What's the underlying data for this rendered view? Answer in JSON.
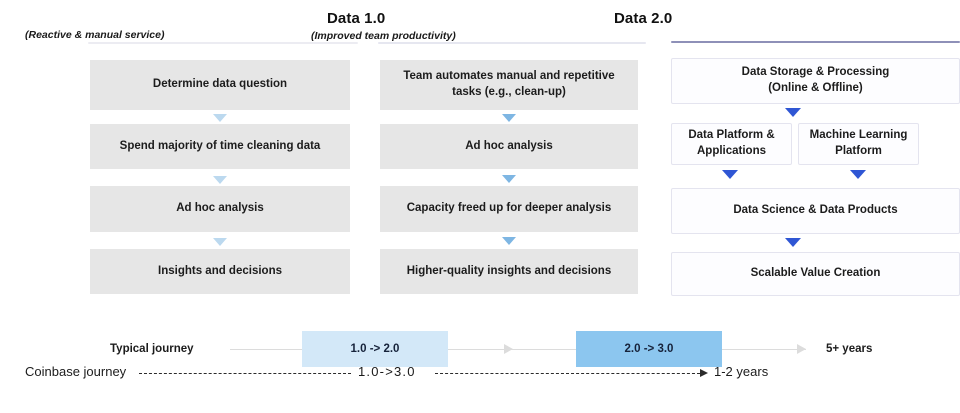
{
  "columns": [
    {
      "id": "data-0",
      "title": "",
      "subtitle": "(Reactive & manual service)",
      "rule_color": "#e9e9ef",
      "arrow_style": "pale",
      "steps": [
        "Determine data question",
        "Spend majority of time cleaning data",
        "Ad hoc analysis",
        "Insights and decisions"
      ]
    },
    {
      "id": "data-1",
      "title": "Data 1.0",
      "subtitle": "(Improved team productivity)",
      "rule_color": "#e4e6ef",
      "arrow_style": "mid",
      "steps": [
        "Team automates manual and repetitive tasks (e.g., clean-up)",
        "Ad hoc analysis",
        "Capacity freed up for deeper analysis",
        "Higher-quality insights and decisions"
      ]
    },
    {
      "id": "data-2",
      "title": "Data 2.0",
      "subtitle": "",
      "rule_color": "#8e90b8",
      "arrow_style": "strong",
      "steps": [
        "Data Storage & Processing (Online & Offline)",
        "Data Platform & Applications",
        "Machine Learning Platform",
        "Data Science & Data Products",
        "Scalable Value Creation"
      ]
    }
  ],
  "col3": {
    "box_storage": "Data Storage & Processing\n(Online & Offline)",
    "box_storage_line1": "Data Storage & Processing",
    "box_storage_line2": "(Online & Offline)",
    "box_platform_line1": "Data Platform &",
    "box_platform_line2": "Applications",
    "box_ml_line1": "Machine Learning",
    "box_ml_line2": "Platform",
    "box_science": "Data Science & Data Products",
    "box_value": "Scalable Value Creation"
  },
  "col1": {
    "box1": "Determine data question",
    "box2": "Spend majority of time cleaning data",
    "box3": "Ad hoc analysis",
    "box4": "Insights and decisions"
  },
  "col2": {
    "box1_line1": "Team automates manual and repetitive",
    "box1_line2": "tasks (e.g., clean-up)",
    "box2": "Ad hoc analysis",
    "box3": "Capacity freed up for deeper analysis",
    "box4": "Higher-quality insights and decisions"
  },
  "timeline": {
    "typical_label": "Typical journey",
    "coinbase_label": "Coinbase journey",
    "chip_1_2": "1.0 -> 2.0",
    "chip_2_3": "2.0 -> 3.0",
    "typical_duration": "5+ years",
    "coinbase_middle": "1.0->3.0",
    "coinbase_duration": "1-2 years",
    "chip_light_color": "#d3e8f8",
    "chip_dark_color": "#8cc6ef",
    "line_color": "#dcdcdc"
  },
  "theme": {
    "background": "#ffffff",
    "gray_box": "#e6e6e6",
    "white_box": "#fdfdff",
    "accent_blue": "#2f56d4",
    "pale_arrow": "#bcd9ef",
    "mid_arrow": "#7eb6e3"
  }
}
